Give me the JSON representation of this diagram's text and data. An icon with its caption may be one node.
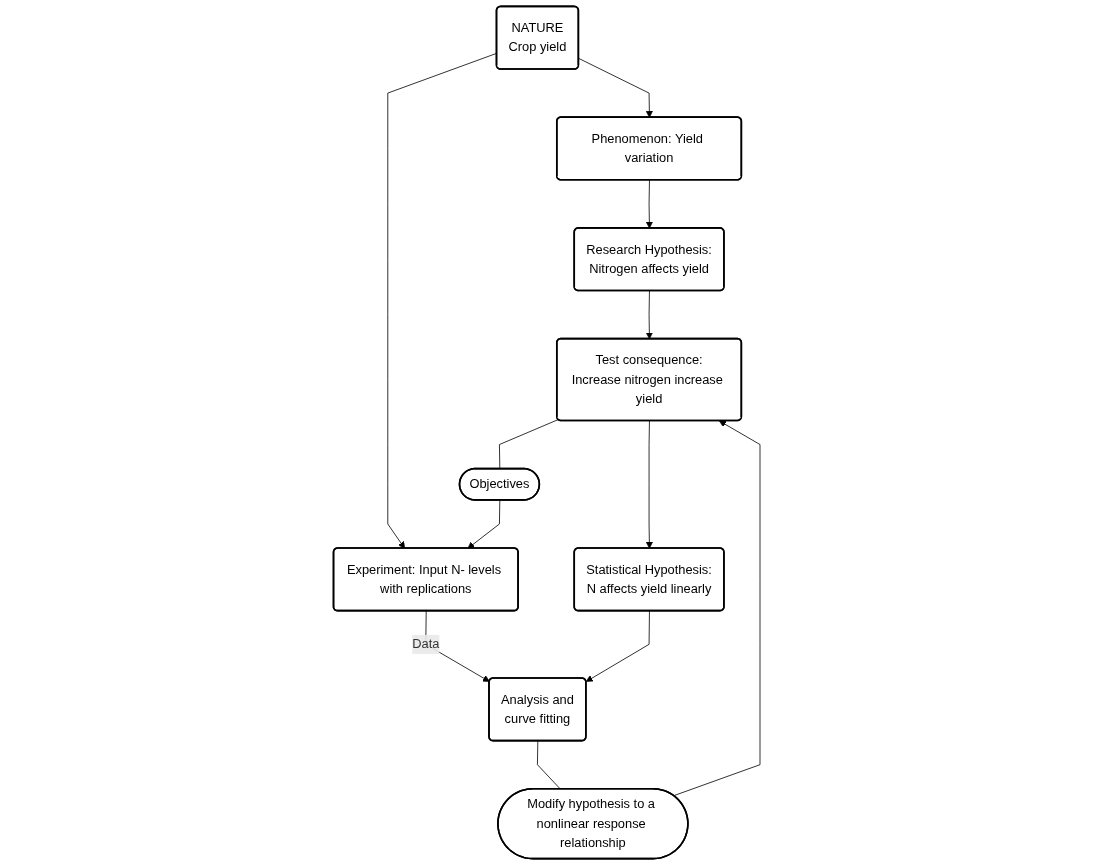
{
  "diagram": {
    "nodes": [
      {
        "text": [
          "Phenomenon: Yield variation"
        ]
      },
      {
        "text": [
          "NATURE",
          "Crop yield"
        ]
      },
      {
        "text": [
          "Research Hypothesis:",
          "Nitrogen affects yield"
        ]
      },
      {
        "text": [
          "Experiment: Input N- levels with replications"
        ]
      },
      {
        "text": [
          "Objectives"
        ]
      },
      {
        "text": [
          "Test consequence:",
          "Increase nitrogen increase yield"
        ]
      },
      {
        "text": [
          "Modify hypothesis to a nonlinear response relationship"
        ]
      },
      {
        "text": [
          "Statistical Hypothesis:",
          "N affects yield linearly"
        ]
      },
      {
        "text": [
          "Analysis and",
          "curve fitting"
        ]
      }
    ],
    "edges": [
      {
        "from": 1,
        "to": 0,
        "arrow": "to"
      },
      {
        "from": 0,
        "to": 2,
        "arrow": "to"
      },
      {
        "from": 1,
        "to": 3,
        "arrow": "to"
      },
      {
        "from": 2,
        "to": 5,
        "arrow": "to"
      },
      {
        "from": 5,
        "to": 4,
        "arrow": "none"
      },
      {
        "from": 4,
        "to": 3,
        "arrow": "to"
      },
      {
        "from": 3,
        "to": 8,
        "label": "Data",
        "arrow": "to"
      },
      {
        "from": 8,
        "to": 6,
        "arrow": "none"
      },
      {
        "from": 6,
        "to": 5,
        "arrow": "to"
      },
      {
        "from": 5,
        "to": 7,
        "arrow": "to"
      },
      {
        "from": 7,
        "to": 8,
        "arrow": "to"
      }
    ]
  }
}
